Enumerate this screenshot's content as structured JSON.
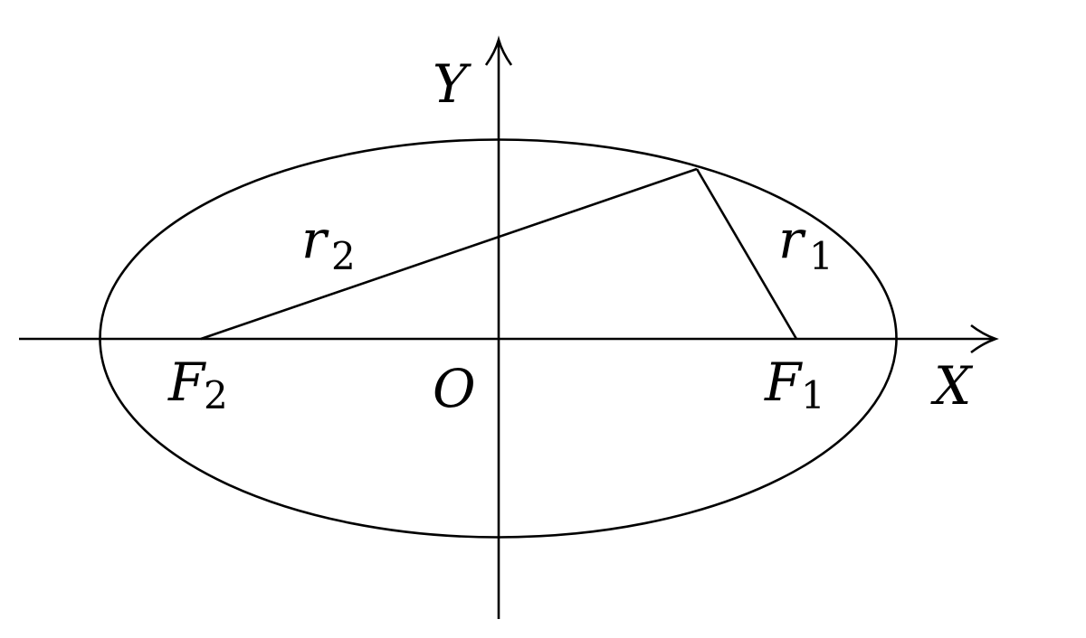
{
  "diagram": {
    "type": "ellipse-foci",
    "colors": {
      "stroke": "#000000",
      "background": "#ffffff"
    },
    "axes": {
      "x_label": "X",
      "y_label": "Y",
      "origin_label": "O"
    },
    "foci": {
      "f1": {
        "main": "F",
        "sub": "1"
      },
      "f2": {
        "main": "F",
        "sub": "2"
      }
    },
    "radii": {
      "r1": {
        "main": "r",
        "sub": "1"
      },
      "r2": {
        "main": "r",
        "sub": "2"
      }
    }
  }
}
